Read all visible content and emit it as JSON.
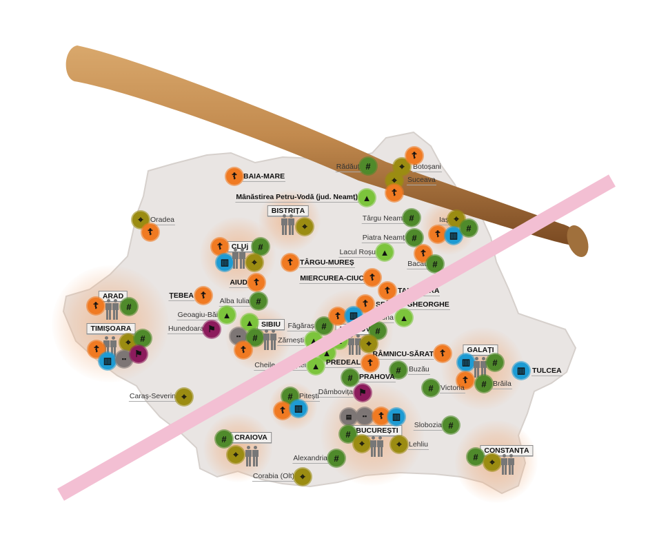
{
  "colors": {
    "cross": "#f07a22",
    "grid": "#4f8a2b",
    "target": "#9b8c12",
    "tent": "#7cc43c",
    "books": "#1e9bd3",
    "group": "#7d7675",
    "building": "#7d7675",
    "flag": "#8c1b5c",
    "map_fill": "#e9e5e3",
    "stripe": "#f3bfd3"
  },
  "places": [
    {
      "label": "BAIA-MARE",
      "style": "bold",
      "markers": [
        "cross-icon"
      ]
    },
    {
      "label": "Rădăuți",
      "style": "plain",
      "markers": [
        "grid-icon"
      ]
    },
    {
      "label": "Botoșani",
      "style": "plain",
      "markers": [
        "target-icon",
        "cross-icon"
      ]
    },
    {
      "label": "Suceava",
      "style": "plain",
      "markers": [
        "target-icon",
        "cross-icon"
      ]
    },
    {
      "label": "Mânăstirea Petru-Vodă (jud. Neamț)",
      "style": "bold",
      "markers": [
        "tent-icon"
      ]
    },
    {
      "label": "BISTRIȚA",
      "style": "boxed",
      "markers": [
        "people-icon",
        "target-icon"
      ]
    },
    {
      "label": "Oradea",
      "style": "plain",
      "markers": [
        "target-icon",
        "cross-icon"
      ]
    },
    {
      "label": "Târgu Neamț",
      "style": "plain",
      "markers": [
        "grid-icon"
      ]
    },
    {
      "label": "Iași",
      "style": "plain",
      "markers": [
        "target-icon",
        "cross-icon",
        "books-icon",
        "grid-icon"
      ]
    },
    {
      "label": "Piatra Neamț",
      "style": "plain",
      "markers": [
        "grid-icon"
      ]
    },
    {
      "label": "Lacul Roșu",
      "style": "plain",
      "markers": [
        "tent-icon"
      ]
    },
    {
      "label": "CLUj",
      "style": "boxed",
      "markers": [
        "cross-icon",
        "grid-icon",
        "books-icon",
        "people-icon",
        "target-icon"
      ]
    },
    {
      "label": "TÂRGU-MUREȘ",
      "style": "bold",
      "markers": [
        "cross-icon"
      ]
    },
    {
      "label": "Bacău",
      "style": "plain",
      "markers": [
        "cross-icon",
        "grid-icon"
      ]
    },
    {
      "label": "MIERCUREA-CIUC",
      "style": "bold",
      "markers": [
        "cross-icon"
      ]
    },
    {
      "label": "AIUD",
      "style": "bold",
      "markers": [
        "cross-icon"
      ]
    },
    {
      "label": "TALIȘOARA",
      "style": "bold",
      "markers": [
        "cross-icon"
      ]
    },
    {
      "label": "ȚEBEA",
      "style": "bold",
      "markers": [
        "cross-icon"
      ]
    },
    {
      "label": "Alba Iulia",
      "style": "plain",
      "markers": [
        "grid-icon"
      ]
    },
    {
      "label": "SFÂNTU GHEORGHE",
      "style": "bold",
      "markers": [
        "cross-icon"
      ]
    },
    {
      "label": "ARAD",
      "style": "boxed",
      "markers": [
        "cross-icon",
        "people-icon",
        "grid-icon"
      ]
    },
    {
      "label": "Geoagiu-Băi",
      "style": "plain",
      "markers": [
        "tent-icon"
      ]
    },
    {
      "label": "Covasna",
      "style": "plain",
      "markers": [
        "tent-icon"
      ]
    },
    {
      "label": "Hunedoara",
      "style": "plain",
      "markers": [
        "flag-icon"
      ]
    },
    {
      "label": "SIBIU",
      "style": "boxed",
      "markers": [
        "tent-icon",
        "group-icon",
        "grid-icon",
        "people-icon",
        "cross-icon"
      ]
    },
    {
      "label": "TIMIȘOARA",
      "style": "boxed",
      "markers": [
        "people-icon",
        "target-icon",
        "grid-icon",
        "cross-icon",
        "books-icon",
        "group-icon",
        "flag-icon"
      ]
    },
    {
      "label": "Făgăraș",
      "style": "plain",
      "markers": [
        "grid-icon"
      ]
    },
    {
      "label": "BRAȘOV",
      "style": "boxed",
      "markers": [
        "cross-icon",
        "books-icon",
        "grid-icon",
        "people-icon",
        "target-icon",
        "tent-icon"
      ]
    },
    {
      "label": "Zărnești",
      "style": "plain",
      "markers": [
        "tent-icon"
      ]
    },
    {
      "label": "Cheile Grădiștei",
      "style": "plain",
      "markers": [
        "tent-icon",
        "tent-icon"
      ]
    },
    {
      "label": "RÂMNICU-SĂRAT",
      "style": "bold",
      "markers": [
        "cross-icon"
      ]
    },
    {
      "label": "PREDEAL",
      "style": "bold",
      "markers": [
        "cross-icon"
      ]
    },
    {
      "label": "GALAȚI",
      "style": "boxed",
      "markers": [
        "books-icon",
        "people-icon",
        "grid-icon",
        "cross-icon"
      ]
    },
    {
      "label": "Brăila",
      "style": "plain",
      "markers": [
        "grid-icon"
      ]
    },
    {
      "label": "TULCEA",
      "style": "bold",
      "markers": [
        "books-icon"
      ]
    },
    {
      "label": "Buzău",
      "style": "plain",
      "markers": [
        "grid-icon"
      ]
    },
    {
      "label": "PRAHOVA",
      "style": "bold",
      "markers": [
        "grid-icon"
      ]
    },
    {
      "label": "Victoria",
      "style": "plain",
      "markers": [
        "grid-icon"
      ]
    },
    {
      "label": "Dâmbovița",
      "style": "plain",
      "markers": [
        "flag-icon"
      ]
    },
    {
      "label": "Pitești",
      "style": "plain",
      "markers": [
        "grid-icon",
        "cross-icon",
        "books-icon"
      ]
    },
    {
      "label": "Caraș-Severin",
      "style": "plain",
      "markers": [
        "target-icon"
      ]
    },
    {
      "label": "BUCUREȘTI",
      "style": "boxed",
      "markers": [
        "building-icon",
        "group-icon",
        "cross-icon",
        "books-icon",
        "grid-icon",
        "target-icon",
        "people-icon"
      ]
    },
    {
      "label": "Lehliu",
      "style": "plain",
      "markers": [
        "target-icon"
      ]
    },
    {
      "label": "Slobozia",
      "style": "plain",
      "markers": [
        "grid-icon"
      ]
    },
    {
      "label": "CRAIOVA",
      "style": "boxed",
      "markers": [
        "grid-icon",
        "target-icon",
        "people-icon"
      ]
    },
    {
      "label": "Alexandria",
      "style": "plain",
      "markers": [
        "grid-icon"
      ]
    },
    {
      "label": "CONSTANȚA",
      "style": "boxed",
      "markers": [
        "grid-icon",
        "target-icon",
        "people-icon"
      ]
    },
    {
      "label": "Corabia (Olt)",
      "style": "plain",
      "markers": [
        "target-icon"
      ]
    }
  ]
}
